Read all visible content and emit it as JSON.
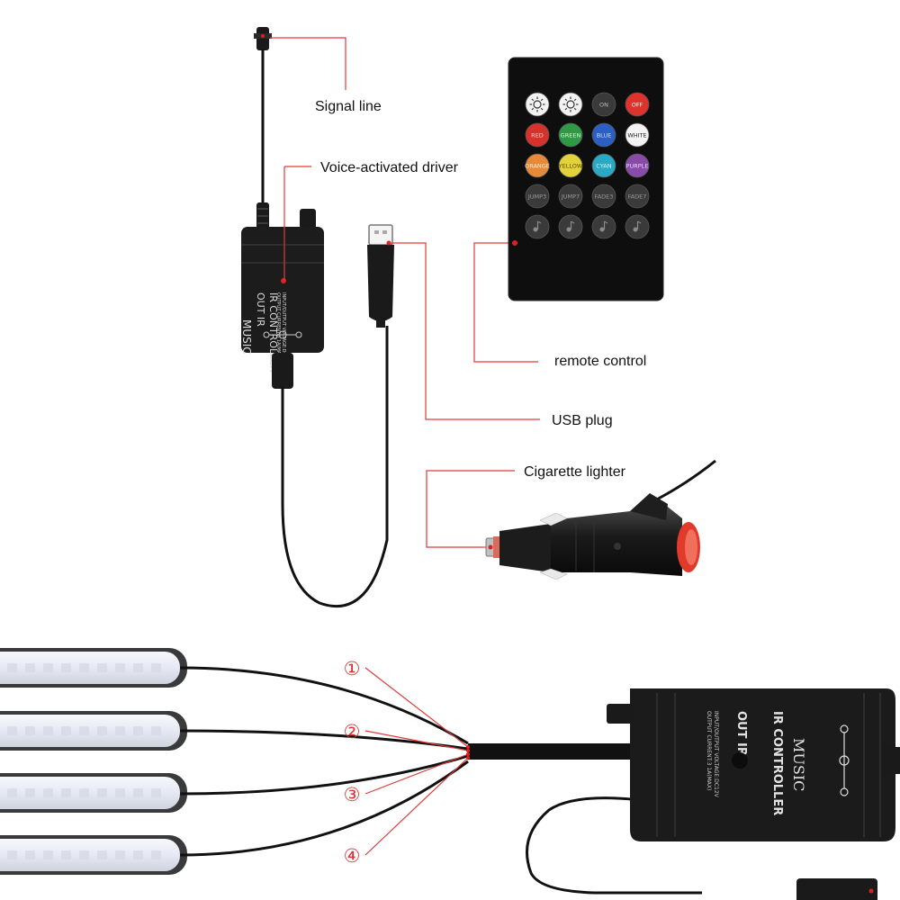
{
  "labels": {
    "signal_line": "Signal line",
    "voice_driver": "Voice-activated driver",
    "remote_control": "remote control",
    "usb_plug": "USB plug",
    "cigarette_lighter": "Cigarette lighter"
  },
  "controller": {
    "brand": "MUSIC",
    "line1": "IR CONTROLLER",
    "line2": "OUT IR",
    "spec1": "INPUT/OUTPUT VOLTAGE:DC12V",
    "spec2": "OUTPUT CURRENT:3 1A(MAX)"
  },
  "remote": {
    "buttons": [
      {
        "label": "",
        "color": "#f2f2f2",
        "text_color": "#222",
        "icon": "brightness-up-icon"
      },
      {
        "label": "",
        "color": "#f2f2f2",
        "text_color": "#222",
        "icon": "brightness-down-icon"
      },
      {
        "label": "ON",
        "color": "#3a3a3a",
        "text_color": "#bbbbbb",
        "icon": ""
      },
      {
        "label": "OFF",
        "color": "#e0322c",
        "text_color": "#ffffff",
        "icon": ""
      },
      {
        "label": "RED",
        "color": "#d8312c",
        "text_color": "#ffd0d0",
        "icon": ""
      },
      {
        "label": "GREEN",
        "color": "#2e9a45",
        "text_color": "#d0ffd8",
        "icon": ""
      },
      {
        "label": "BLUE",
        "color": "#2c5fc4",
        "text_color": "#d0e0ff",
        "icon": ""
      },
      {
        "label": "WHITE",
        "color": "#f4f4f4",
        "text_color": "#222222",
        "icon": ""
      },
      {
        "label": "ORANGE",
        "color": "#e8893a",
        "text_color": "#fff0d8",
        "icon": ""
      },
      {
        "label": "YELLOW",
        "color": "#e4d23a",
        "text_color": "#5a5000",
        "icon": ""
      },
      {
        "label": "CYAN",
        "color": "#2aa9c4",
        "text_color": "#d8f6ff",
        "icon": ""
      },
      {
        "label": "PURPLE",
        "color": "#8a4aa8",
        "text_color": "#f0d8ff",
        "icon": ""
      },
      {
        "label": "JUMP3",
        "color": "#3a3a3a",
        "text_color": "#9a9a9a",
        "icon": ""
      },
      {
        "label": "JUMP7",
        "color": "#3a3a3a",
        "text_color": "#9a9a9a",
        "icon": ""
      },
      {
        "label": "FADE3",
        "color": "#3a3a3a",
        "text_color": "#9a9a9a",
        "icon": ""
      },
      {
        "label": "FADE7",
        "color": "#3a3a3a",
        "text_color": "#9a9a9a",
        "icon": ""
      },
      {
        "label": "",
        "color": "#3a3a3a",
        "text_color": "#9a9a9a",
        "icon": "music-1-icon"
      },
      {
        "label": "",
        "color": "#3a3a3a",
        "text_color": "#9a9a9a",
        "icon": "music-2-icon"
      },
      {
        "label": "",
        "color": "#3a3a3a",
        "text_color": "#9a9a9a",
        "icon": "music-3-icon"
      },
      {
        "label": "",
        "color": "#3a3a3a",
        "text_color": "#9a9a9a",
        "icon": "music-4-icon"
      }
    ]
  },
  "strips": {
    "numbers": [
      "①",
      "②",
      "③",
      "④"
    ]
  },
  "colors": {
    "leader_line": "#e03a3a",
    "leader_dot": "#e02020",
    "cable": "#111111",
    "body": "#1c1c1c",
    "lighter_tip": "#e23a2a",
    "strip_fill": "#eef0f8"
  }
}
